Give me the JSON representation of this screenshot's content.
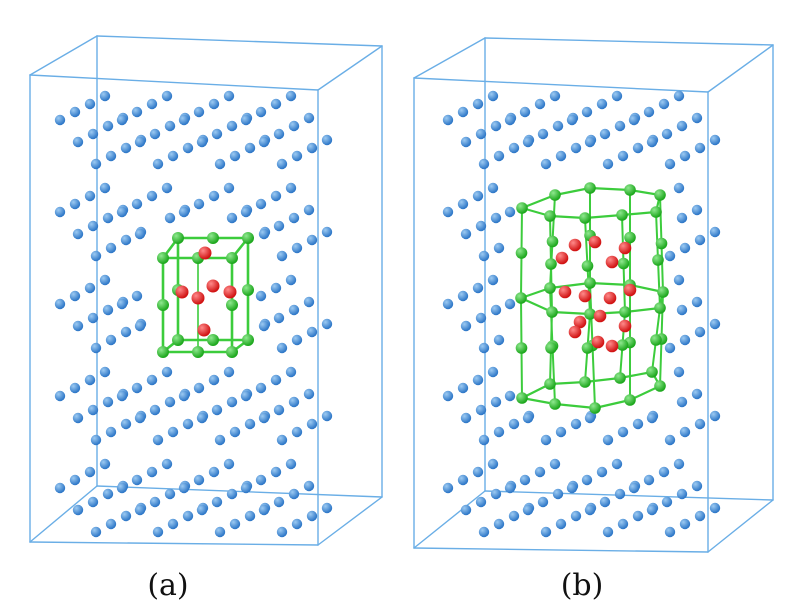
{
  "panels": [
    {
      "id": "a",
      "caption": "(a)",
      "cluster_type": "cube"
    },
    {
      "id": "b",
      "caption": "(b)",
      "cluster_type": "polyhedron"
    }
  ],
  "colors": {
    "box_edge": "#6aaee6",
    "host_atom": "#2f78c8",
    "host_atom_highlight": "#9ccaf2",
    "cluster_atom": "#1ea81e",
    "cluster_atom_highlight": "#8fe88f",
    "cluster_bond": "#3ccc3c",
    "interior_atom": "#d11414",
    "interior_atom_highlight": "#ff8a8a"
  }
}
